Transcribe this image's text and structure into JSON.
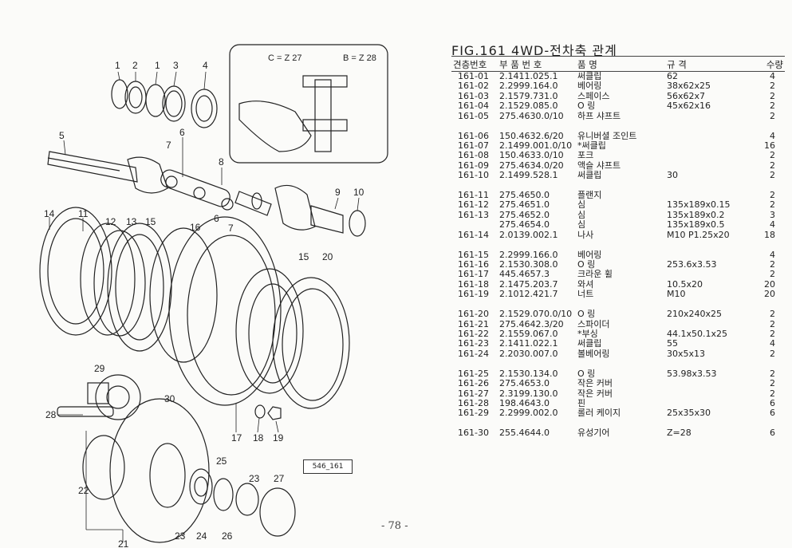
{
  "figure_title": "FIG.161 4WD-전차축 관계",
  "drawing_code": "546_161",
  "page_number": "- 78 -",
  "inset": {
    "label_c": "C = Z 27",
    "label_b": "B = Z 28"
  },
  "table_headers": {
    "no": "견층번호",
    "part_no": "부 품 번 호",
    "name": "품      명",
    "spec": "규          격",
    "qty": "수량"
  },
  "groups": [
    [
      {
        "no": "161-01",
        "part": "2.1411.025.1",
        "name": "써클립",
        "spec": "62",
        "qty": "4"
      },
      {
        "no": "161-02",
        "part": "2.2999.164.0",
        "name": "베어링",
        "spec": "38x62x25",
        "qty": "2"
      },
      {
        "no": "161-03",
        "part": "2.1579.731.0",
        "name": "스페이스",
        "spec": "56x62x7",
        "qty": "2"
      },
      {
        "no": "161-04",
        "part": "2.1529.085.0",
        "name": "O 링",
        "spec": "45x62x16",
        "qty": "2"
      },
      {
        "no": "161-05",
        "part": "275.4630.0/10",
        "name": "하프 샤프트",
        "spec": "",
        "qty": "2"
      }
    ],
    [
      {
        "no": "161-06",
        "part": "150.4632.6/20",
        "name": "유니버셜 조인트",
        "spec": "",
        "qty": "4"
      },
      {
        "no": "161-07",
        "part": "2.1499.001.0/10",
        "name": "*써클립",
        "spec": "",
        "qty": "16"
      },
      {
        "no": "161-08",
        "part": "150.4633.0/10",
        "name": "포크",
        "spec": "",
        "qty": "2"
      },
      {
        "no": "161-09",
        "part": "275.4634.0/20",
        "name": "액슬 샤프트",
        "spec": "",
        "qty": "2"
      },
      {
        "no": "161-10",
        "part": "2.1499.528.1",
        "name": "써클립",
        "spec": "30",
        "qty": "2"
      }
    ],
    [
      {
        "no": "161-11",
        "part": "275.4650.0",
        "name": "플랜지",
        "spec": "",
        "qty": "2"
      },
      {
        "no": "161-12",
        "part": "275.4651.0",
        "name": "심",
        "spec": "135x189x0.15",
        "qty": "2"
      },
      {
        "no": "161-13",
        "part": "275.4652.0",
        "name": "심",
        "spec": "135x189x0.2",
        "qty": "3"
      },
      {
        "no": "",
        "part": "275.4654.0",
        "name": "심",
        "spec": "135x189x0.5",
        "qty": "4"
      },
      {
        "no": "161-14",
        "part": "2.0139.002.1",
        "name": "나사",
        "spec": "M10 P1.25x20",
        "qty": "18"
      }
    ],
    [
      {
        "no": "161-15",
        "part": "2.2999.166.0",
        "name": "베어링",
        "spec": "",
        "qty": "4"
      },
      {
        "no": "161-16",
        "part": "2.1530.308.0",
        "name": "O 링",
        "spec": "253.6x3.53",
        "qty": "2"
      },
      {
        "no": "161-17",
        "part": "445.4657.3",
        "name": "크라운 휠",
        "spec": "",
        "qty": "2"
      },
      {
        "no": "161-18",
        "part": "2.1475.203.7",
        "name": "와셔",
        "spec": "10.5x20",
        "qty": "20"
      },
      {
        "no": "161-19",
        "part": "2.1012.421.7",
        "name": "너트",
        "spec": "M10",
        "qty": "20"
      }
    ],
    [
      {
        "no": "161-20",
        "part": "2.1529.070.0/10",
        "name": "O 링",
        "spec": "210x240x25",
        "qty": "2"
      },
      {
        "no": "161-21",
        "part": "275.4642.3/20",
        "name": "스파이더",
        "spec": "",
        "qty": "2"
      },
      {
        "no": "161-22",
        "part": "2.1559.067.0",
        "name": "*부싱",
        "spec": "44.1x50.1x25",
        "qty": "2"
      },
      {
        "no": "161-23",
        "part": "2.1411.022.1",
        "name": "써클립",
        "spec": "55",
        "qty": "4"
      },
      {
        "no": "161-24",
        "part": "2.2030.007.0",
        "name": "볼베어링",
        "spec": "30x5x13",
        "qty": "2"
      }
    ],
    [
      {
        "no": "161-25",
        "part": "2.1530.134.0",
        "name": "O 링",
        "spec": "53.98x3.53",
        "qty": "2"
      },
      {
        "no": "161-26",
        "part": "275.4653.0",
        "name": "작은 커버",
        "spec": "",
        "qty": "2"
      },
      {
        "no": "161-27",
        "part": "2.3199.130.0",
        "name": "작은 커버",
        "spec": "",
        "qty": "2"
      },
      {
        "no": "161-28",
        "part": "198.4643.0",
        "name": "핀",
        "spec": "",
        "qty": "6"
      },
      {
        "no": "161-29",
        "part": "2.2999.002.0",
        "name": "롤러 케이지",
        "spec": "25x35x30",
        "qty": "6"
      }
    ],
    [
      {
        "no": "161-30",
        "part": "255.4644.0",
        "name": "유성기어",
        "spec": "Z=28",
        "qty": "6"
      }
    ]
  ],
  "callouts": [
    "1",
    "2",
    "1",
    "3",
    "4",
    "5",
    "6",
    "7",
    "8",
    "9",
    "10",
    "14",
    "11",
    "12",
    "13",
    "15",
    "16",
    "6",
    "7",
    "15",
    "20",
    "29",
    "30",
    "28",
    "17",
    "18",
    "19",
    "25",
    "22",
    "23",
    "27",
    "23",
    "24",
    "26",
    "21"
  ]
}
